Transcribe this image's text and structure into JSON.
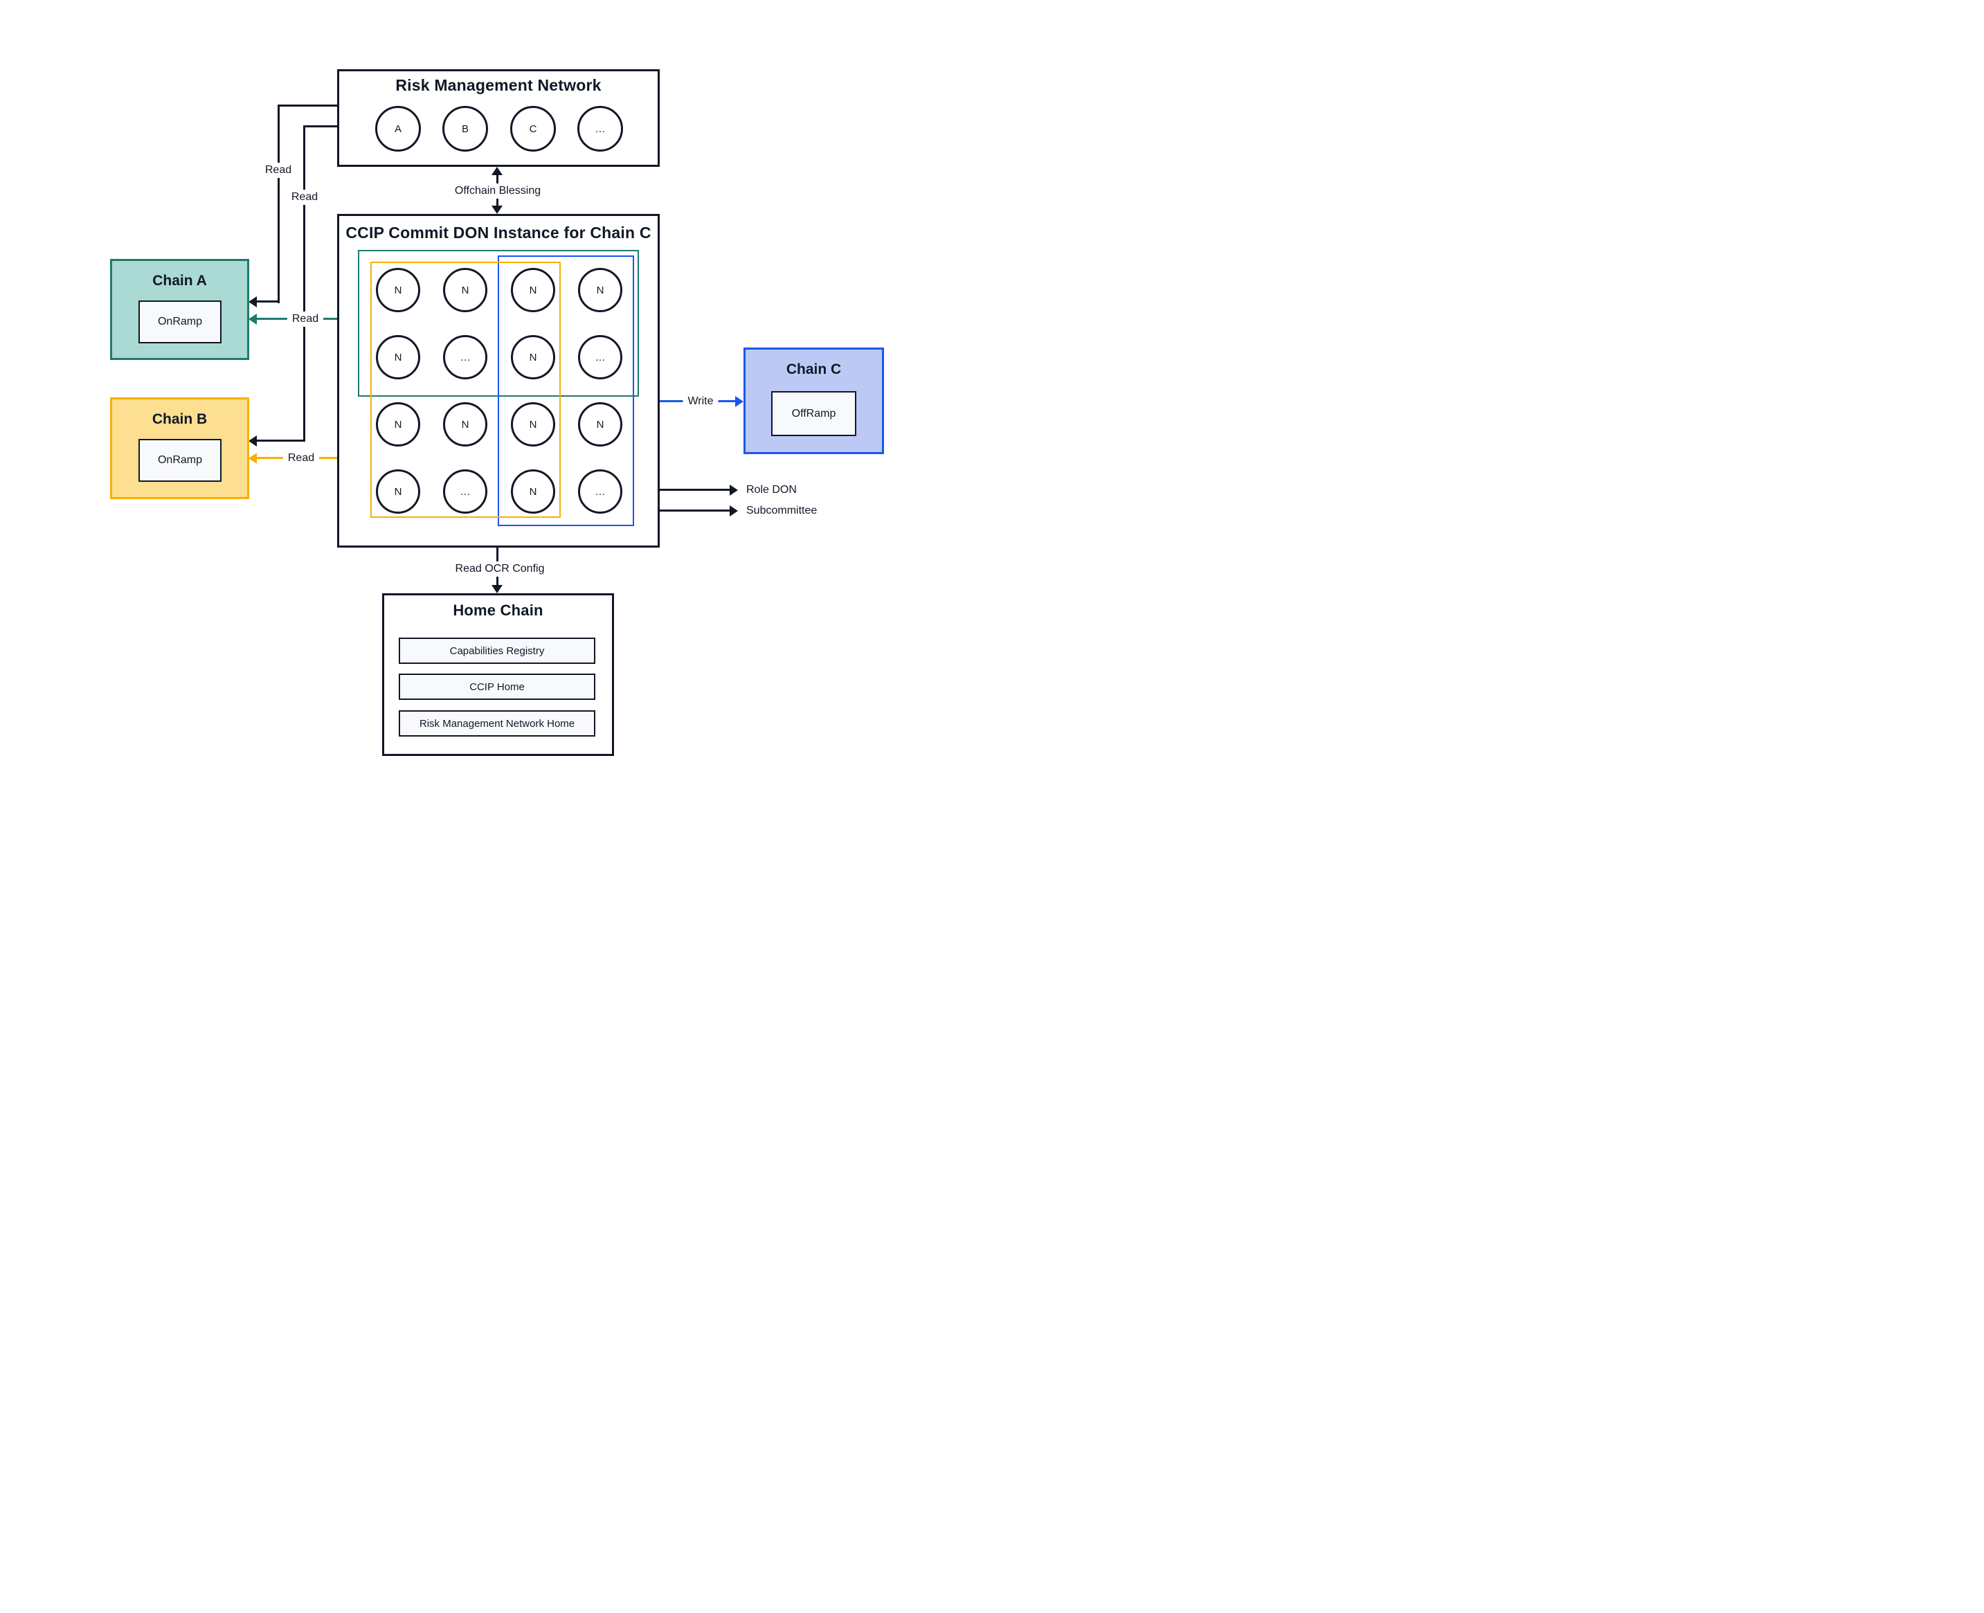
{
  "diagram": {
    "rmn": {
      "title": "Risk Management Network",
      "nodes": [
        "A",
        "B",
        "C",
        "…"
      ]
    },
    "ccip": {
      "title": "CCIP Commit DON Instance for Chain C",
      "grid": [
        [
          "N",
          "N",
          "N",
          "N"
        ],
        [
          "N",
          "…",
          "N",
          "…"
        ],
        [
          "N",
          "N",
          "N",
          "N"
        ],
        [
          "N",
          "…",
          "N",
          "…"
        ]
      ]
    },
    "chain_a": {
      "title": "Chain A",
      "contract": "OnRamp"
    },
    "chain_b": {
      "title": "Chain B",
      "contract": "OnRamp"
    },
    "chain_c": {
      "title": "Chain C",
      "contract": "OffRamp"
    },
    "home_chain": {
      "title": "Home Chain",
      "contracts": [
        "Capabilities Registry",
        "CCIP Home",
        "Risk Management Network Home"
      ]
    },
    "labels": {
      "offchain_blessing": "Offchain Blessing",
      "read_rmn_to_a": "Read",
      "read_rmn_to_b": "Read",
      "read_don_to_a": "Read",
      "read_don_to_b": "Read",
      "write": "Write",
      "role_don": "Role DON",
      "subcommittee": "Subcommittee",
      "read_ocr_config": "Read OCR Config"
    },
    "colors": {
      "ink": "#101826",
      "teal": "#1e7b6e",
      "teal_fill": "#abd9d3",
      "amber": "#f6b000",
      "amber_fill": "#fcdf90",
      "blue": "#1b55f0",
      "blue_fill": "#bcc9f5",
      "panel_fill": "#f8f9fd"
    }
  }
}
